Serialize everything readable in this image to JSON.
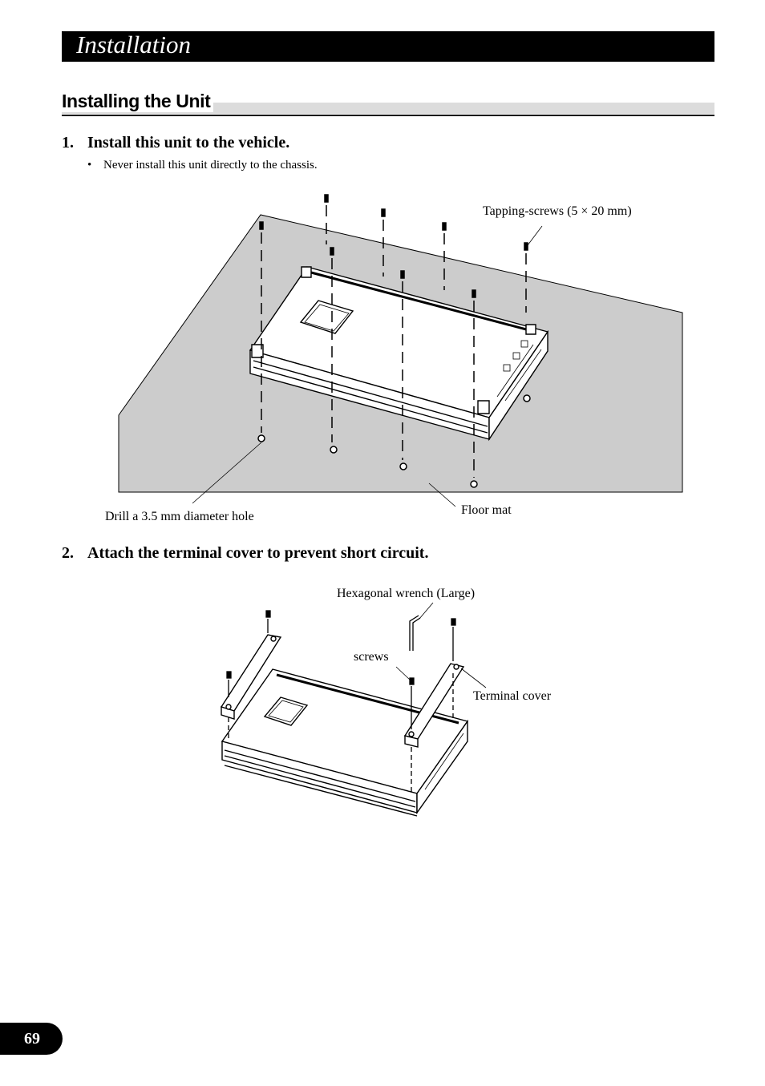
{
  "header": {
    "title": "Installation"
  },
  "section": {
    "title": "Installing the Unit"
  },
  "step1": {
    "number": "1.",
    "text": "Install this unit to the vehicle.",
    "bullet": "Never install this unit directly to the chassis."
  },
  "figure1": {
    "tapping_screws": "Tapping-screws (5 × 20 mm)",
    "drill_hole": "Drill a 3.5 mm diameter hole",
    "floor_mat": "Floor mat"
  },
  "step2": {
    "number": "2.",
    "text": "Attach the terminal cover to prevent short circuit."
  },
  "figure2": {
    "hex_wrench": "Hexagonal wrench (Large)",
    "screws": "screws",
    "terminal_cover": "Terminal cover"
  },
  "footer": {
    "page_number": "69"
  }
}
